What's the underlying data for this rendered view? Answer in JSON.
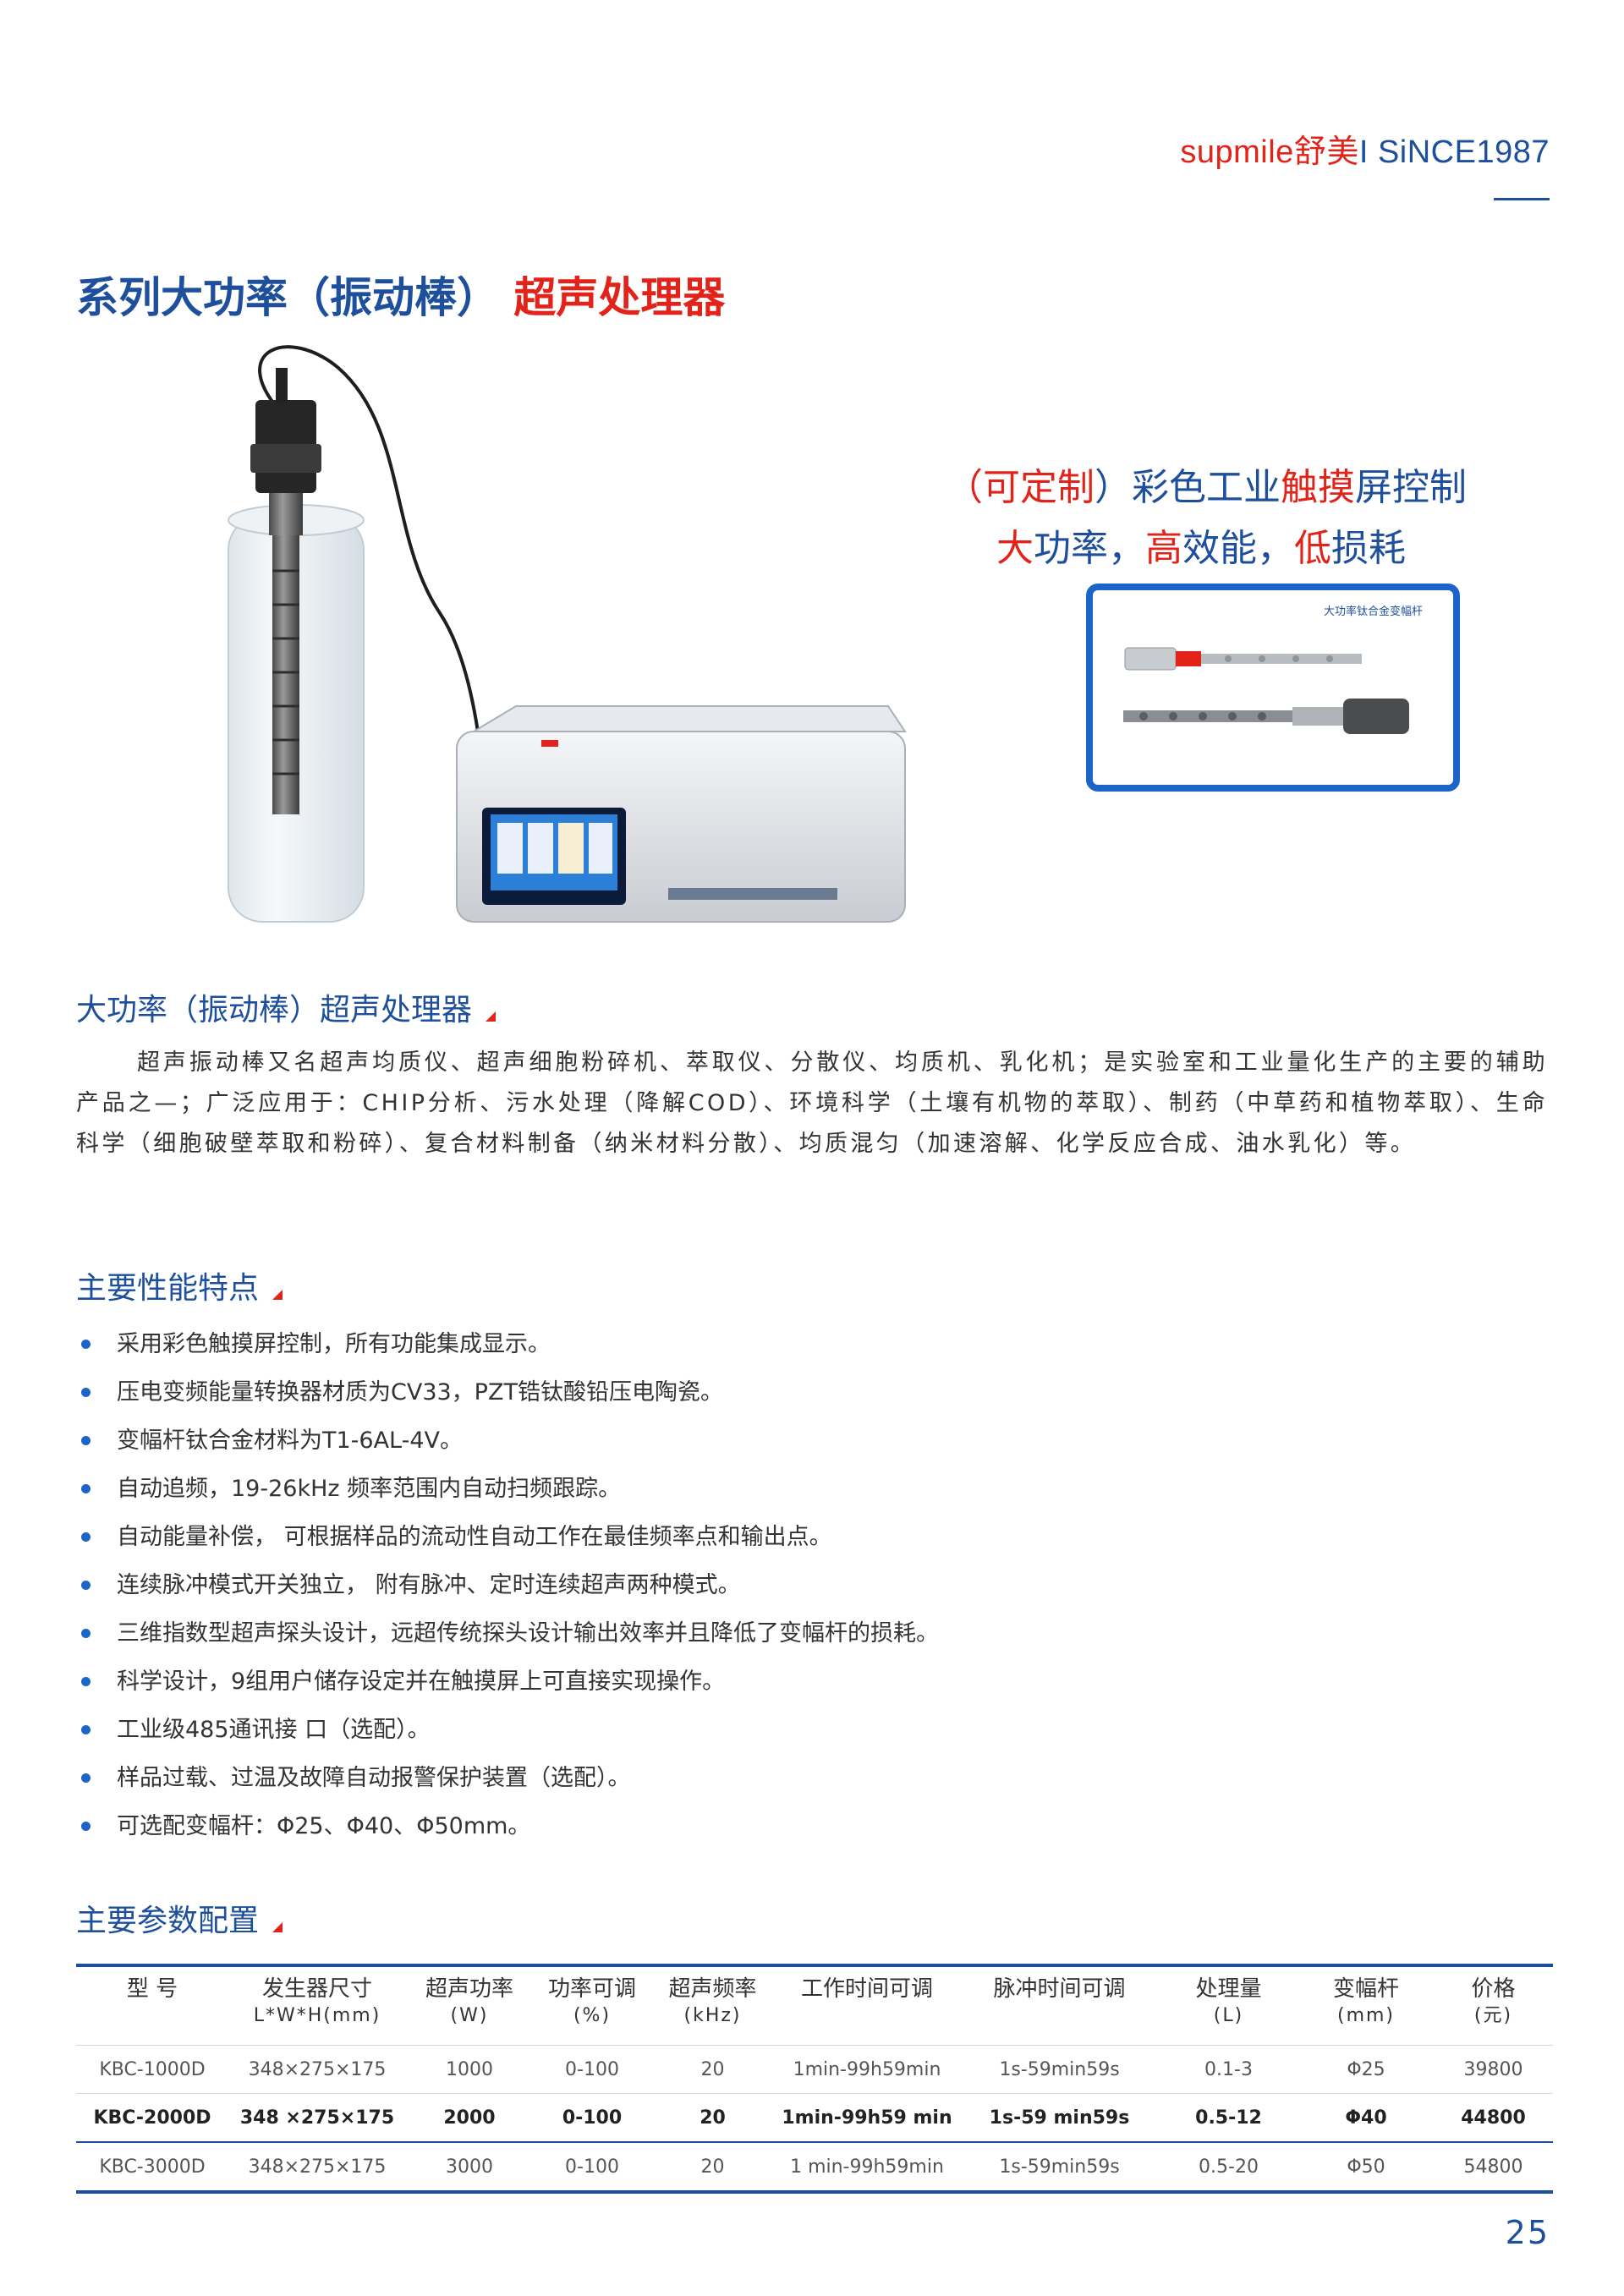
{
  "header": {
    "brand": "supmile舒美",
    "since": "I SiNCE1987"
  },
  "title": {
    "blue": "系列大功率（振动棒）",
    "red": "超声处理器"
  },
  "slogan": {
    "line1_a": "（",
    "line1_b": "可定制",
    "line1_c": "）彩色工业",
    "line1_d": "触摸",
    "line1_e": "屏控制",
    "line2_a": "大",
    "line2_b": "功率，",
    "line2_c": "高",
    "line2_d": "效能，",
    "line2_e": "低",
    "line2_f": "损耗"
  },
  "inset": {
    "label": "大功率钛合金变幅杆"
  },
  "intro": {
    "heading": "大功率（振动棒）超声处理器",
    "text": "超声振动棒又名超声均质仪、超声细胞粉碎机、萃取仪、分散仪、均质机、乳化机；是实验室和工业量化生产的主要的辅助产品之—；广泛应用于：CHIP分析、污水处理（降解COD）、环境科学（土壤有机物的萃取）、制药（中草药和植物萃取）、生命科学（细胞破壁萃取和粉碎）、复合材料制备（纳米材料分散）、均质混匀（加速溶解、化学反应合成、油水乳化）等。"
  },
  "features": {
    "heading": "主要性能特点",
    "items": [
      "采用彩色触摸屏控制，所有功能集成显示。",
      "压电变频能量转换器材质为CV33，PZT锆钛酸铅压电陶瓷。",
      "变幅杆钛合金材料为T1-6AL-4V。",
      "自动追频，19-26kHz 频率范围内自动扫频跟踪。",
      "自动能量补偿，  可根据样品的流动性自动工作在最佳频率点和输出点。",
      "连续脉冲模式开关独立，  附有脉冲、定时连续超声两种模式。",
      "三维指数型超声探头设计，远超传统探头设计输出效率并且降低了变幅杆的损耗。",
      "科学设计，9组用户储存设定并在触摸屏上可直接实现操作。",
      "工业级485通讯接 口（选配）。",
      "样品过载、过温及故障自动报警保护装置（选配）。",
      "可选配变幅杆：Φ25、Φ40、Φ50mm。"
    ]
  },
  "params": {
    "heading": "主要参数配置",
    "headers": [
      {
        "main": "型  号",
        "sub": ""
      },
      {
        "main": "发生器尺寸",
        "sub": "L*W*H(mm)"
      },
      {
        "main": "超声功率",
        "sub": "(W)"
      },
      {
        "main": "功率可调",
        "sub": "(%)"
      },
      {
        "main": "超声频率",
        "sub": "(kHz)"
      },
      {
        "main": "工作时间可调",
        "sub": ""
      },
      {
        "main": "脉冲时间可调",
        "sub": ""
      },
      {
        "main": "处理量",
        "sub": "(L)"
      },
      {
        "main": "变幅杆",
        "sub": "(mm)"
      },
      {
        "main": "价格",
        "sub": "(元)"
      }
    ],
    "rows": [
      [
        "KBC-1000D",
        "348×275×175",
        "1000",
        "0-100",
        "20",
        "1min-99h59min",
        "1s-59min59s",
        "0.1-3",
        "Φ25",
        "39800"
      ],
      [
        "KBC-2000D",
        "348 ×275×175",
        "2000",
        "0-100",
        "20",
        "1min-99h59 min",
        "1s-59 min59s",
        "0.5-12",
        "Φ40",
        "44800"
      ],
      [
        "KBC-3000D",
        "348×275×175",
        "3000",
        "0-100",
        "20",
        "1 min-99h59min",
        "1s-59min59s",
        "0.5-20",
        "Φ50",
        "54800"
      ]
    ]
  },
  "page": {
    "number": "25"
  },
  "colors": {
    "brand_blue": "#1d4f9c",
    "accent_red": "#e2231a",
    "frame_blue": "#1d64c8"
  }
}
